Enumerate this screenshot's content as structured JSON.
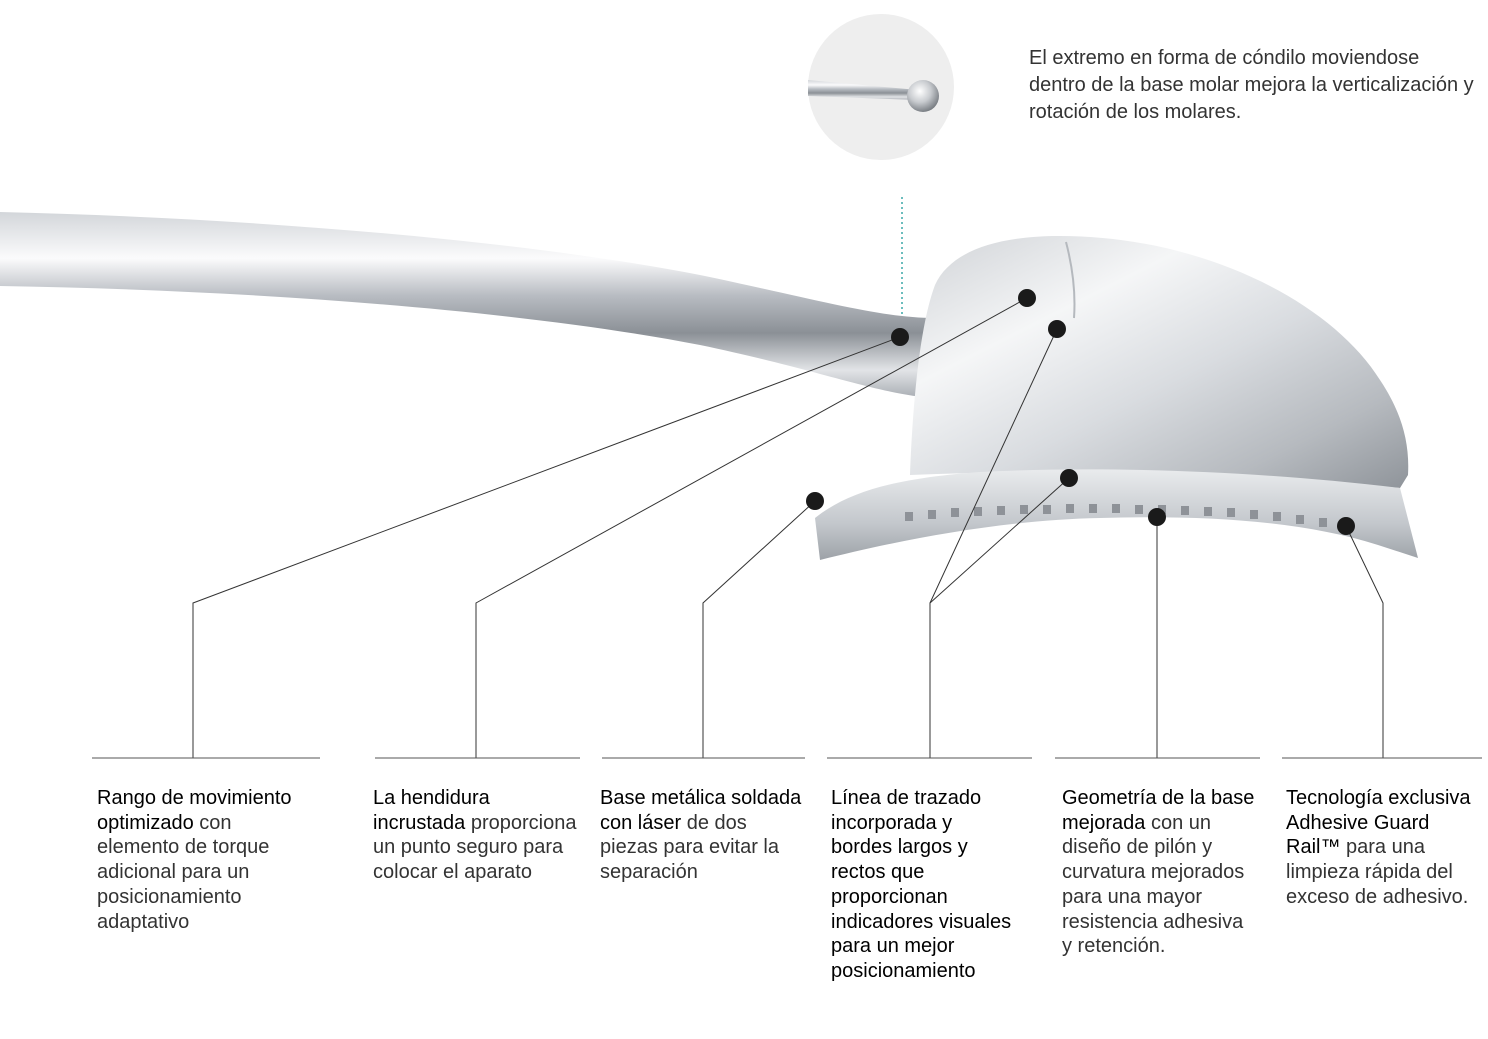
{
  "top_callout": {
    "text": "El extremo en forma de cóndilo moviendose dentro de la base molar mejora la verticalización y rotación de los molares."
  },
  "features": [
    {
      "title": "Rango de movimiento optimizado",
      "body": "con elemento de torque adicional para un posicionamiento adaptativo"
    },
    {
      "title": "La hendidura incrustada",
      "body": "proporciona un punto seguro para colocar el aparato"
    },
    {
      "title": "Base metálica soldada con láser",
      "body": "de dos piezas para evitar la separación"
    },
    {
      "title": "Línea de trazado incorporada y bordes largos y rectos que proporcionan indicadores visuales para un mejor posicionamiento",
      "body": ""
    },
    {
      "title": "Geometría de la base mejorada",
      "body": "con un diseño de pilón y curvatura mejorados para una mayor resistencia adhesiva y retención."
    },
    {
      "title": "Tecnología exclusiva Adhesive Guard Rail™",
      "body": "para una limpieza rápida del exceso de adhesivo."
    }
  ],
  "colors": {
    "accent_dotted": "#3aa7a7",
    "marker": "#1a1a1a",
    "leader_line": "#333333",
    "metal_light": "#f4f5f6",
    "metal_mid": "#c9ccd0",
    "metal_dark": "#8e9298"
  },
  "icons": {
    "detail_circle": "condyle-end-detail-icon",
    "tube": "buccal-tube-product-image"
  }
}
